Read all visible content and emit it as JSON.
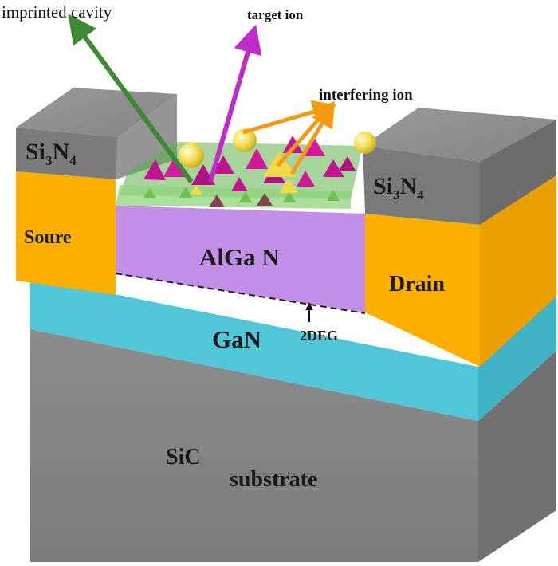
{
  "labels": {
    "imprinted_cavity": "imprinted cavity",
    "target_ion": "target ion",
    "interfering_ion": "interfering ion",
    "si3n4_left": {
      "base_si": "Si",
      "sub_3": "3",
      "base_n": "N",
      "sub_4": "4"
    },
    "si3n4_right": {
      "base_si": "Si",
      "sub_3": "3",
      "base_n": "N",
      "sub_4": "4"
    },
    "source": "Soure",
    "drain": "Drain",
    "algan": "AlGa N",
    "gan": "GaN",
    "two_deg": "2DEG",
    "sic": "SiC",
    "substrate": "substrate"
  },
  "colors": {
    "background": "#ffffff",
    "substrate_front": "#858585",
    "substrate_side": "#6e6e6e",
    "gan_front": "#4fc7d8",
    "gan_side": "#3fb2c4",
    "algan_front": "#c38ee8",
    "electrode": "#fbb000",
    "electrode_side": "#e9a000",
    "sin_top": "#8f8f8f",
    "sin_front": "#7c7c7c",
    "sin_side": "#6c6c6c",
    "cavity_green": "#7fc36a",
    "ion_magenta": "#c0138f",
    "ion_yellow": "#f4e05a",
    "arrow_green": "#3d8a33",
    "arrow_magenta": "#c02ccb",
    "arrow_orange": "#f29a12"
  }
}
